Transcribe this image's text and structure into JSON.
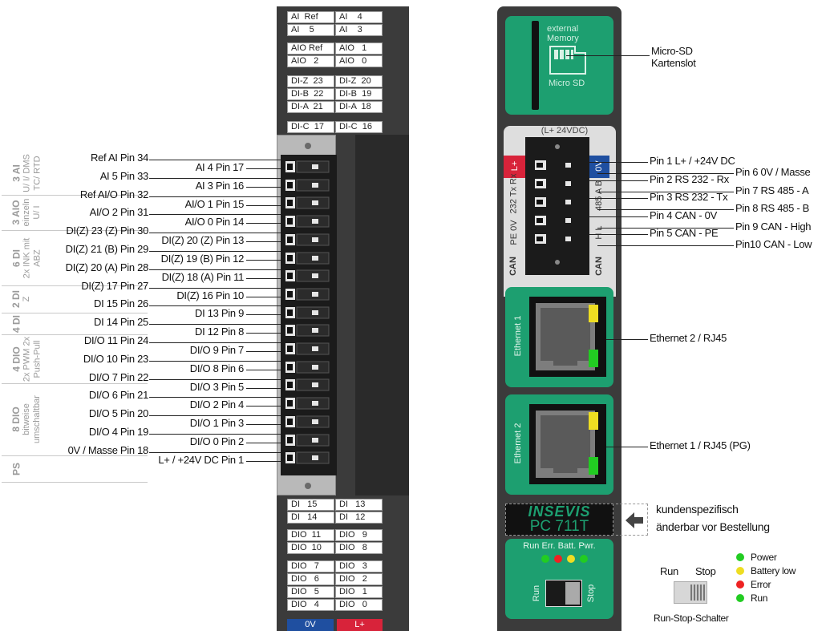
{
  "left_module": {
    "top_table": [
      [
        "AI  Ref",
        "AI    4"
      ],
      [
        "AI    5",
        "AI    3"
      ],
      [
        "AIO Ref",
        "AIO   1"
      ],
      [
        "AIO   2",
        "AIO   0"
      ],
      [
        "DI-Z  23",
        "DI-Z  20"
      ],
      [
        "DI-B  22",
        "DI-B  19"
      ],
      [
        "DI-A  21",
        "DI-A  18"
      ],
      [
        "DI-C  17",
        "DI-C  16"
      ]
    ],
    "bottom_table": [
      [
        "DI   15",
        "DI   13"
      ],
      [
        "DI   14",
        "DI   12"
      ],
      [
        "DIO  11",
        "DIO   9"
      ],
      [
        "DIO  10",
        "DIO   8"
      ],
      [
        "DIO   7",
        "DIO   3"
      ],
      [
        "DIO   6",
        "DIO   2"
      ],
      [
        "DIO   5",
        "DIO   1"
      ],
      [
        "DIO   4",
        "DIO   0"
      ]
    ],
    "bottom_labels": {
      "zero_v": "0V",
      "plus": "L+"
    },
    "groups": [
      {
        "title": "3 AI",
        "sub": "U/ I/ DMS TC/ RTD"
      },
      {
        "title": "3 AIO",
        "sub": "einzeln U/ I"
      },
      {
        "title": "6 DI",
        "sub": "2x INK mit ABZ"
      },
      {
        "title": "2 DI",
        "sub": "Z"
      },
      {
        "title": "4 DI",
        "sub": ""
      },
      {
        "title": "4 DIO",
        "sub": "2x PWM 2x Push-Pull"
      },
      {
        "title": "8 DIO",
        "sub": "bitweise umschaltbar"
      },
      {
        "title": "PS",
        "sub": ""
      }
    ],
    "left_pins": [
      "Ref AI Pin 34",
      "AI 5 Pin 33",
      "Ref AI/O Pin 32",
      "AI/O 2 Pin 31",
      "DI(Z) 23 (Z) Pin 30",
      "DI(Z) 21 (B) Pin 29",
      "DI(Z) 20 (A) Pin 28",
      "DI(Z) 17 Pin 27",
      "DI 15 Pin 26",
      "DI 14 Pin 25",
      "DI/O 11 Pin 24",
      "DI/O 10 Pin 23",
      "DI/O 7 Pin 22",
      "DI/O 6 Pin 21",
      "DI/O 5 Pin 20",
      "DI/O 4 Pin 19",
      "0V / Masse  Pin 18"
    ],
    "right_pins": [
      "AI 4 Pin 17",
      "AI 3 Pin 16",
      "AI/O 1 Pin 15",
      "AI/O 0 Pin 14",
      "DI(Z) 20 (Z) Pin 13",
      "DI(Z) 19 (B) Pin 12",
      "DI(Z) 18 (A) Pin 11",
      "DI(Z) 16 Pin 10",
      "DI 13  Pin 9",
      "DI 12  Pin 8",
      "DI/O 9  Pin 7",
      "DI/O 8  Pin 6",
      "DI/O 3  Pin 5",
      "DI/O 2  Pin 4",
      "DI/O 1  Pin 3",
      "DI/O 0  Pin 2",
      "L+ / +24V DC  Pin 1"
    ]
  },
  "right_module": {
    "sd_card": {
      "top_label": "external Memory",
      "bottom_label": "Micro SD",
      "callout": "Micro-SD Kartenslot"
    },
    "power_connector": {
      "header": "(L+ 24VDC)",
      "left_side": {
        "plus": "L+",
        "rs232": "232 Tx  Rx",
        "pe0v": "PE  0V",
        "can": "CAN"
      },
      "right_side": {
        "zero_v": "0V",
        "rs485": "485  A  B",
        "can_hl": "H   L",
        "can": "CAN"
      },
      "pins_left": [
        "Pin 1  L+ / +24V DC",
        "Pin 2  RS 232 - Rx",
        "Pin 3  RS 232 - Tx",
        "Pin 4  CAN - 0V",
        "Pin 5  CAN - PE"
      ],
      "pins_right": [
        "Pin 6  0V / Masse",
        "Pin 7  RS 485 - A",
        "Pin 8  RS 485 - B",
        "Pin 9  CAN - High",
        "Pin10  CAN - Low"
      ]
    },
    "ethernet": [
      {
        "port_label": "Ethernet 1",
        "callout": "Ethernet 2 / RJ45"
      },
      {
        "port_label": "Ethernet 2",
        "callout": "Ethernet 1 / RJ45 (PG)"
      }
    ],
    "brand": {
      "logo": "INSEVIS",
      "model": "PC 711T",
      "note_line1": "kundenspezifisch",
      "note_line2": "änderbar vor Bestellung"
    },
    "status_leds": {
      "header": "Run Err. Batt. Pwr.",
      "colors": [
        "#22cc22",
        "#ee2222",
        "#eedd22",
        "#22cc22"
      ]
    },
    "switch": {
      "left": "Run",
      "right": "Stop"
    },
    "legend": {
      "run_label": "Run",
      "stop_label": "Stop",
      "caption": "Run-Stop-Schalter",
      "items": [
        {
          "label": "Power",
          "color": "#22cc22"
        },
        {
          "label": "Battery low",
          "color": "#eedd22"
        },
        {
          "label": "Error",
          "color": "#ee2222"
        },
        {
          "label": "Run",
          "color": "#22cc22"
        }
      ]
    }
  }
}
